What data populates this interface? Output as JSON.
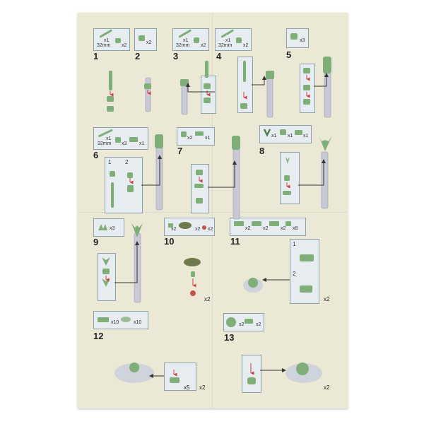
{
  "colors": {
    "sheet": "#ece8d6",
    "brick": "#7fae78",
    "brick_dark": "#4f7d4c",
    "stem": "#c9c8d6",
    "arrow": "#d04040",
    "panel": "#e6ecef"
  },
  "steps": [
    "1",
    "2",
    "3",
    "4",
    "5",
    "6",
    "7",
    "8",
    "9",
    "10",
    "11",
    "12",
    "13"
  ],
  "callouts": {
    "s1_len": "32mm",
    "s1_x1": "x1",
    "s1_x2": "x2",
    "s2_x2": "x2",
    "s3_len": "32mm",
    "s3_x1": "x1",
    "s3_x2": "x2",
    "s4_len": "32mm",
    "s4_x1": "x1",
    "s4_x2": "x2",
    "s5_x3": "x3",
    "s6_len": "32mm",
    "s6_x1a": "x1",
    "s6_x3": "x3",
    "s6_x1b": "x1",
    "s7_x2": "x2",
    "s7_x1": "x1",
    "s8_x1a": "x1",
    "s8_x1b": "x1",
    "s8_x1c": "x1",
    "s9_x3": "x3",
    "s10_x2a": "x2",
    "s10_x2b": "x2",
    "s10_x2c": "x2",
    "s11_x2a": "x2",
    "s11_x2b": "x2",
    "s11_x2c": "x2",
    "s11_x8": "x8",
    "s12_x10a": "x10",
    "s12_x10b": "x10",
    "s13_x2a": "x2",
    "s13_x2b": "x2",
    "sub_1a": "1",
    "sub_2a": "2",
    "sub_1b": "1",
    "sub_2b": "2"
  },
  "multipliers": {
    "m_mid": "x2",
    "m_right": "x2",
    "m_bl5": "x5",
    "m_bl2": "x2",
    "m_br2": "x2"
  }
}
